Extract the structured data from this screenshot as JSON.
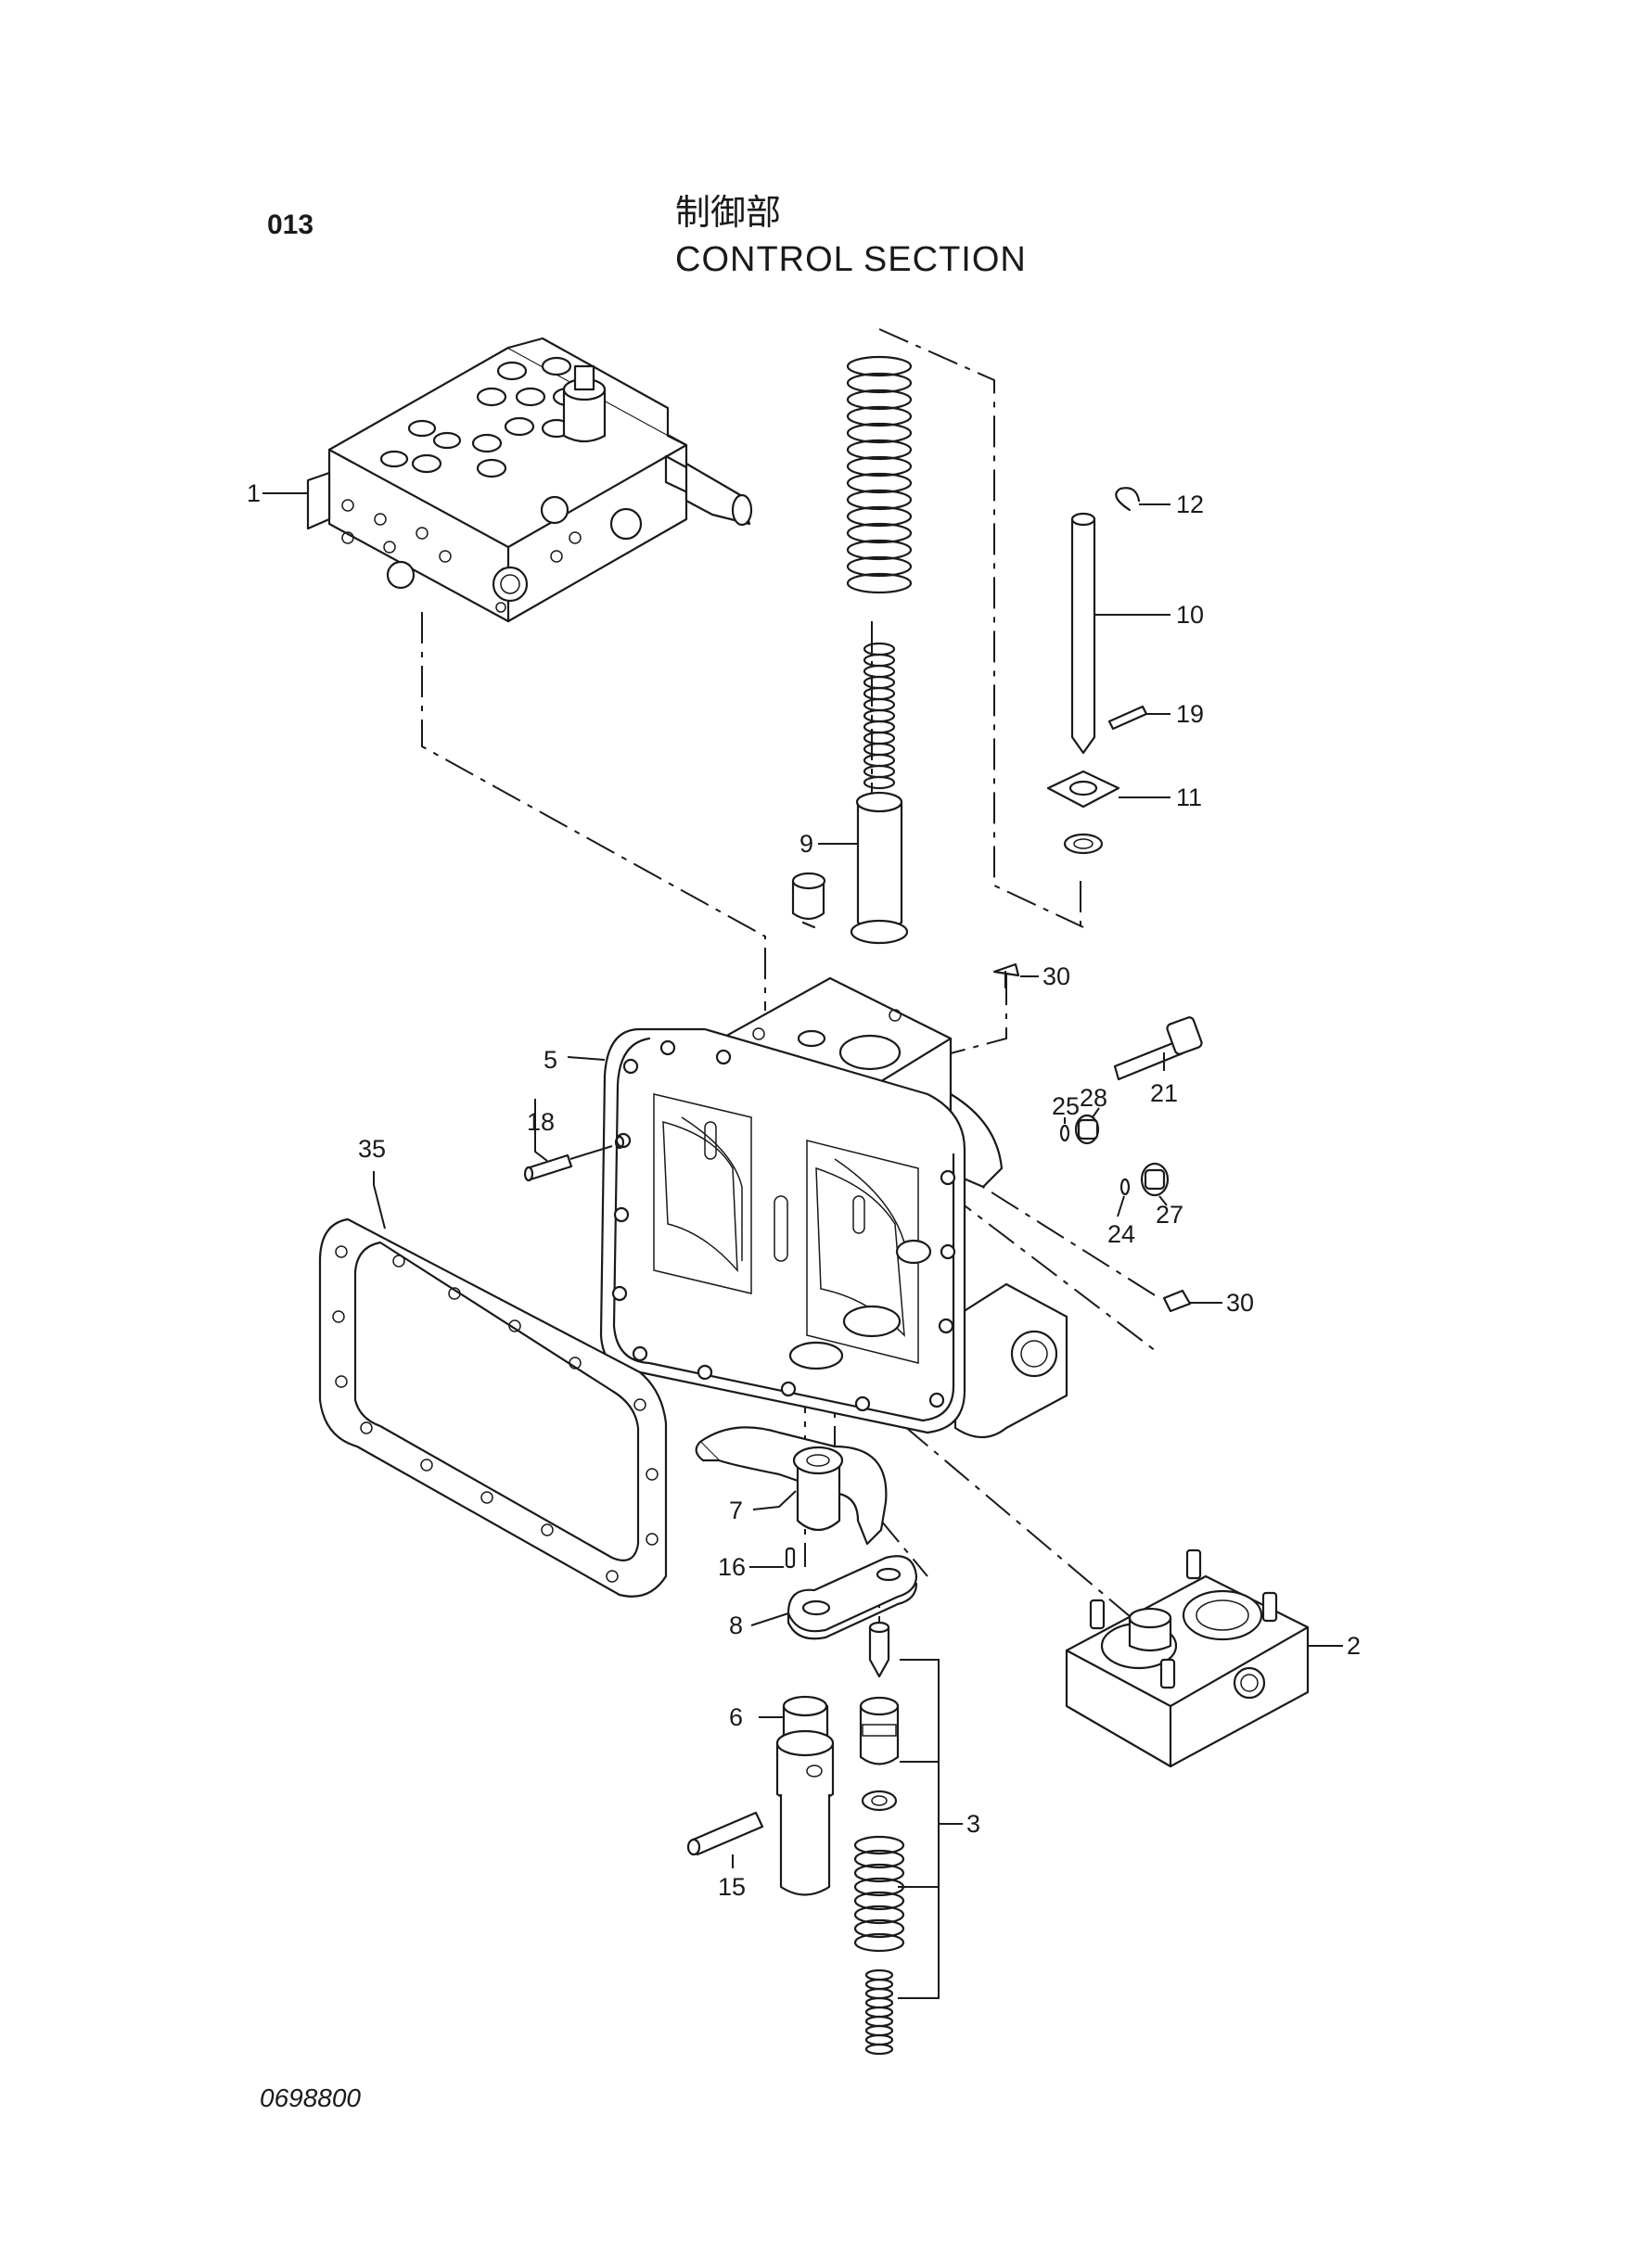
{
  "header": {
    "page_code": "013",
    "title_jp": "制御部",
    "title_en": "CONTROL  SECTION"
  },
  "footer": {
    "doc_number": "0698800"
  },
  "callouts": [
    "1",
    "2",
    "3",
    "5",
    "6",
    "7",
    "8",
    "9",
    "10",
    "11",
    "12",
    "15",
    "16",
    "18",
    "19",
    "21",
    "24",
    "25",
    "27",
    "28",
    "30",
    "30",
    "35"
  ]
}
